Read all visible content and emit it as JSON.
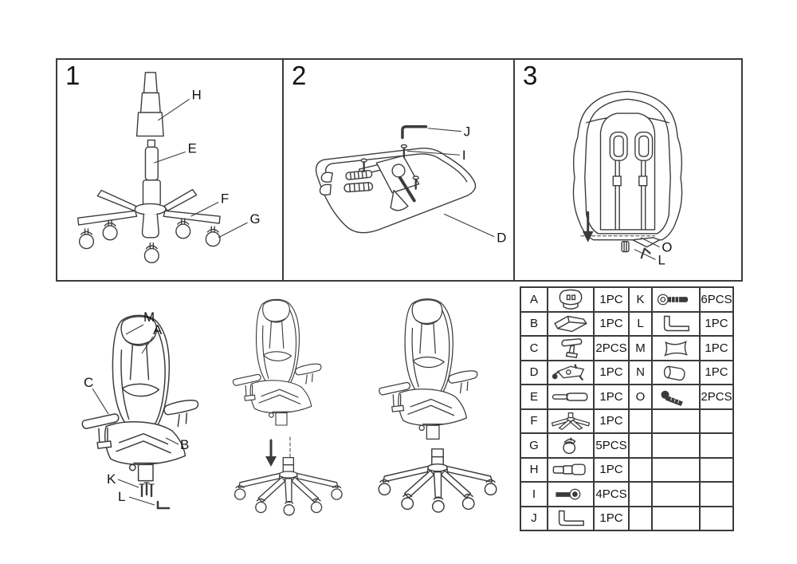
{
  "document": {
    "type": "assembly-instructions",
    "product": "gaming-chair"
  },
  "colors": {
    "background": "#ffffff",
    "line": "#3b3b3b",
    "text": "#141414"
  },
  "panels": [
    {
      "number": "1",
      "labels": {
        "H": "H",
        "E": "E",
        "F": "F",
        "G": "G"
      }
    },
    {
      "number": "2",
      "labels": {
        "J": "J",
        "I": "I",
        "D": "D"
      }
    },
    {
      "number": "3",
      "labels": {
        "O": "O",
        "L": "L"
      }
    }
  ],
  "steps": {
    "labels": {
      "M": "M",
      "A": "A",
      "C": "C",
      "B": "B",
      "K": "K",
      "L": "L"
    }
  },
  "parts_table": {
    "rows": [
      {
        "left": {
          "letter": "A",
          "icon": "headrest-pillow",
          "qty": "1PC"
        },
        "right": {
          "letter": "K",
          "icon": "bolt-washer",
          "qty": "6PCS"
        }
      },
      {
        "left": {
          "letter": "B",
          "icon": "lumbar-cushion",
          "qty": "1PC"
        },
        "right": {
          "letter": "L",
          "icon": "allen-key",
          "qty": "1PC"
        }
      },
      {
        "left": {
          "letter": "C",
          "icon": "armrest",
          "qty": "2PCS"
        },
        "right": {
          "letter": "M",
          "icon": "back-cover",
          "qty": "1PC"
        }
      },
      {
        "left": {
          "letter": "D",
          "icon": "tilt-mechanism",
          "qty": "1PC"
        },
        "right": {
          "letter": "N",
          "icon": "sleeve",
          "qty": "1PC"
        }
      },
      {
        "left": {
          "letter": "E",
          "icon": "gas-lift",
          "qty": "1PC"
        },
        "right": {
          "letter": "O",
          "icon": "screw",
          "qty": "2PCS"
        }
      },
      {
        "left": {
          "letter": "F",
          "icon": "star-base",
          "qty": "1PC"
        },
        "right": null
      },
      {
        "left": {
          "letter": "G",
          "icon": "caster",
          "qty": "5PCS"
        },
        "right": null
      },
      {
        "left": {
          "letter": "H",
          "icon": "telescopic-cover",
          "qty": "1PC"
        },
        "right": null
      },
      {
        "left": {
          "letter": "I",
          "icon": "bolt",
          "qty": "4PCS"
        },
        "right": null
      },
      {
        "left": {
          "letter": "J",
          "icon": "allen-key",
          "qty": "1PC"
        },
        "right": null
      }
    ]
  }
}
